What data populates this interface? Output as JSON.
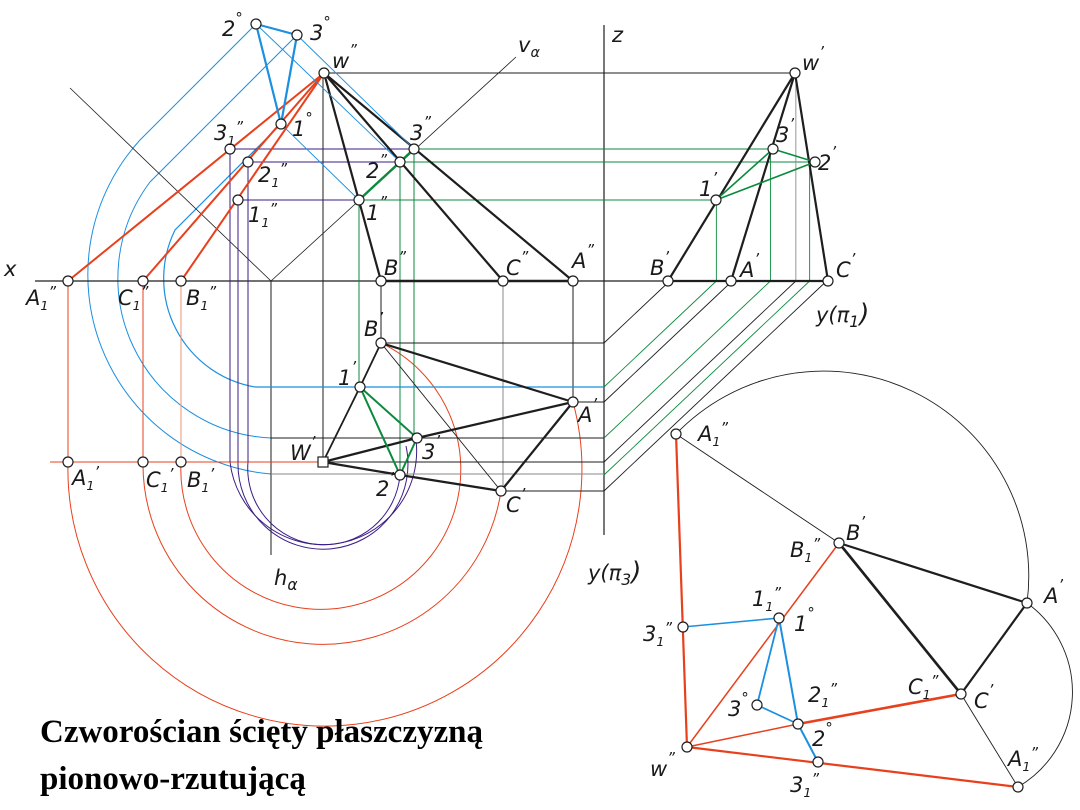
{
  "title": {
    "line1": "Czworościan ścięty płaszczyzną",
    "line2": "pionowo-rzutującą"
  },
  "colors": {
    "red": "#e8401c",
    "red_light": "#f29070",
    "blue": "#1b8fe0",
    "green": "#0b8a3c",
    "purple": "#3b1d86",
    "black": "#1e1e1e",
    "gray": "#8a8a8a"
  },
  "labels": {
    "v_2deg": {
      "b": "2",
      "s": "",
      "m": "°"
    },
    "v_3deg": {
      "b": "3",
      "s": "",
      "m": "°"
    },
    "v_w": {
      "b": "w",
      "s": "",
      "m": "”"
    },
    "v_valpha": {
      "b": "v",
      "s": "α",
      "m": ""
    },
    "v_z": {
      "b": "z",
      "s": "",
      "m": ""
    },
    "v_1deg": {
      "b": "1",
      "s": "",
      "m": "°"
    },
    "v_31": {
      "b": "3",
      "s": "1",
      "m": "”"
    },
    "v_3": {
      "b": "3",
      "s": "",
      "m": "”"
    },
    "v_21": {
      "b": "2",
      "s": "1",
      "m": "”"
    },
    "v_2": {
      "b": "2",
      "s": "",
      "m": "”"
    },
    "v_11": {
      "b": "1",
      "s": "1",
      "m": "”"
    },
    "v_1": {
      "b": "1",
      "s": "",
      "m": "”"
    },
    "v_x": {
      "b": "x",
      "s": "",
      "m": ""
    },
    "v_A1": {
      "b": "A",
      "s": "1",
      "m": "”"
    },
    "v_C1": {
      "b": "C",
      "s": "1",
      "m": "”"
    },
    "v_B1": {
      "b": "B",
      "s": "1",
      "m": "”"
    },
    "v_B": {
      "b": "B",
      "s": "",
      "m": "”"
    },
    "v_C": {
      "b": "C",
      "s": "",
      "m": "”"
    },
    "v_A": {
      "b": "A",
      "s": "",
      "m": "”"
    },
    "s_w": {
      "b": "w",
      "s": "",
      "m": "’"
    },
    "s_3": {
      "b": "3",
      "s": "",
      "m": "’"
    },
    "s_2": {
      "b": "2",
      "s": "",
      "m": "’"
    },
    "s_1": {
      "b": "1",
      "s": "",
      "m": "’"
    },
    "s_B": {
      "b": "B",
      "s": "",
      "m": "’"
    },
    "s_A": {
      "b": "A",
      "s": "",
      "m": "’"
    },
    "s_C": {
      "b": "C",
      "s": "",
      "m": "’"
    },
    "s_ypi1": {
      "b": "y(π",
      "s": "1",
      "m": ")"
    },
    "h_B": {
      "b": "B",
      "s": "",
      "m": "’"
    },
    "h_1": {
      "b": "1",
      "s": "",
      "m": "’"
    },
    "h_A": {
      "b": "A",
      "s": "",
      "m": "’"
    },
    "h_3": {
      "b": "3",
      "s": "",
      "m": "’"
    },
    "h_W": {
      "b": "W",
      "s": "",
      "m": "’"
    },
    "h_2": {
      "b": "2",
      "s": "",
      "m": "’"
    },
    "h_C": {
      "b": "C",
      "s": "",
      "m": "’"
    },
    "h_A1": {
      "b": "A",
      "s": "1",
      "m": "’"
    },
    "h_C1": {
      "b": "C",
      "s": "1",
      "m": "’"
    },
    "h_B1": {
      "b": "B",
      "s": "1",
      "m": "’"
    },
    "h_halpha": {
      "b": "h",
      "s": "α",
      "m": ""
    },
    "h_ypi3": {
      "b": "y(π",
      "s": "3",
      "m": ")"
    },
    "r_A1top": {
      "b": "A",
      "s": "1",
      "m": "”"
    },
    "r_B": {
      "b": "B",
      "s": "",
      "m": "’"
    },
    "r_B1": {
      "b": "B",
      "s": "1",
      "m": "”"
    },
    "r_A": {
      "b": "A",
      "s": "",
      "m": "’"
    },
    "r_11": {
      "b": "1",
      "s": "1",
      "m": "”"
    },
    "r_1deg": {
      "b": "1",
      "s": "",
      "m": "°"
    },
    "r_31left": {
      "b": "3",
      "s": "1",
      "m": "”"
    },
    "r_C1": {
      "b": "C",
      "s": "1",
      "m": "”"
    },
    "r_C": {
      "b": "C",
      "s": "",
      "m": "’"
    },
    "r_3deg": {
      "b": "3",
      "s": "",
      "m": "°"
    },
    "r_21": {
      "b": "2",
      "s": "1",
      "m": "”"
    },
    "r_2deg": {
      "b": "2",
      "s": "",
      "m": "°"
    },
    "r_w": {
      "b": "w",
      "s": "",
      "m": "”"
    },
    "r_A1bot": {
      "b": "A",
      "s": "1",
      "m": "”"
    },
    "r_31bot": {
      "b": "3",
      "s": "1",
      "m": "”"
    }
  }
}
